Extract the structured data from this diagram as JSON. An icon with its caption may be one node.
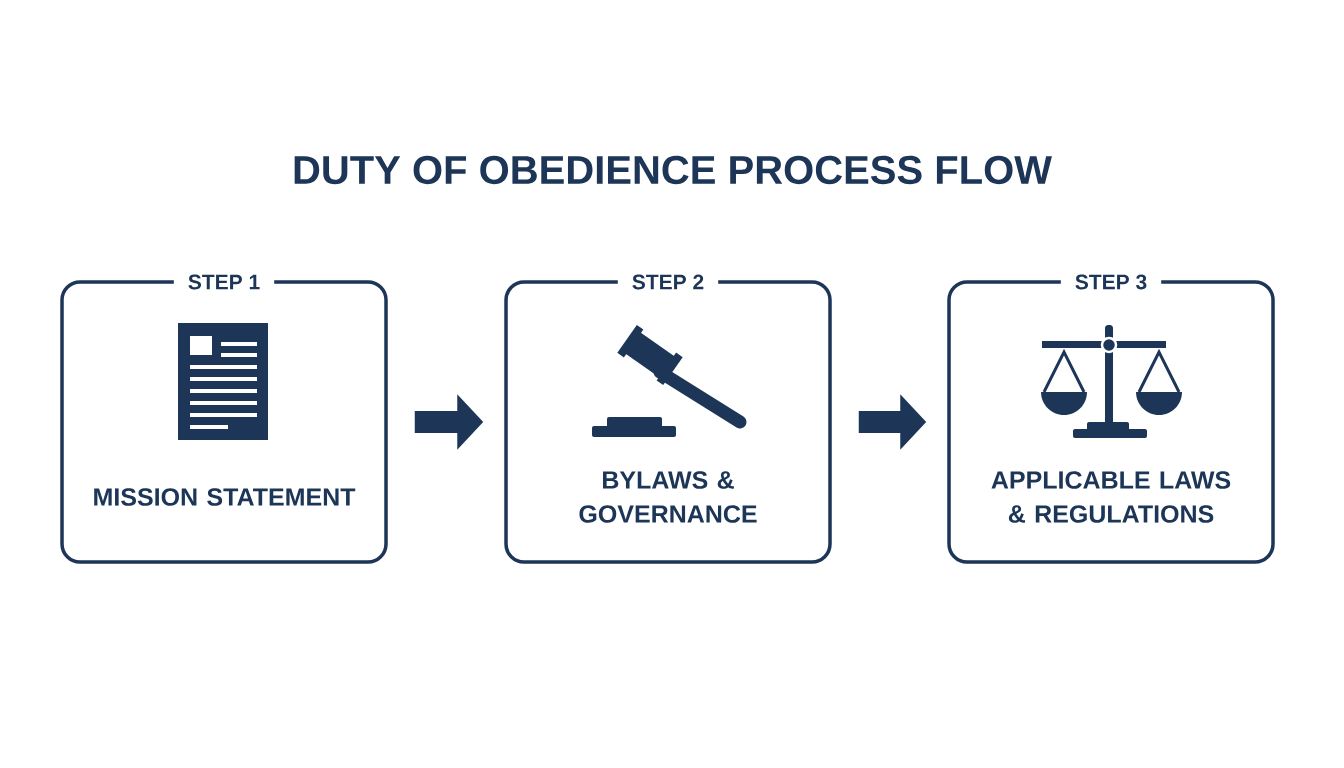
{
  "diagram": {
    "title": "DUTY OF OBEDIENCE PROCESS FLOW",
    "nodes": [
      {
        "text": [
          "STEP 1",
          "MISSION STATEMENT"
        ]
      },
      {
        "text": [
          "STEP 2",
          "BYLAWS & GOVERNANCE"
        ]
      },
      {
        "text": [
          "STEP 3",
          "APPLICABLE LAWS & REGULATIONS"
        ]
      }
    ],
    "edges": [
      {
        "from": 0,
        "to": 1,
        "arrow": "to"
      },
      {
        "from": 1,
        "to": 2,
        "arrow": "to"
      }
    ]
  }
}
